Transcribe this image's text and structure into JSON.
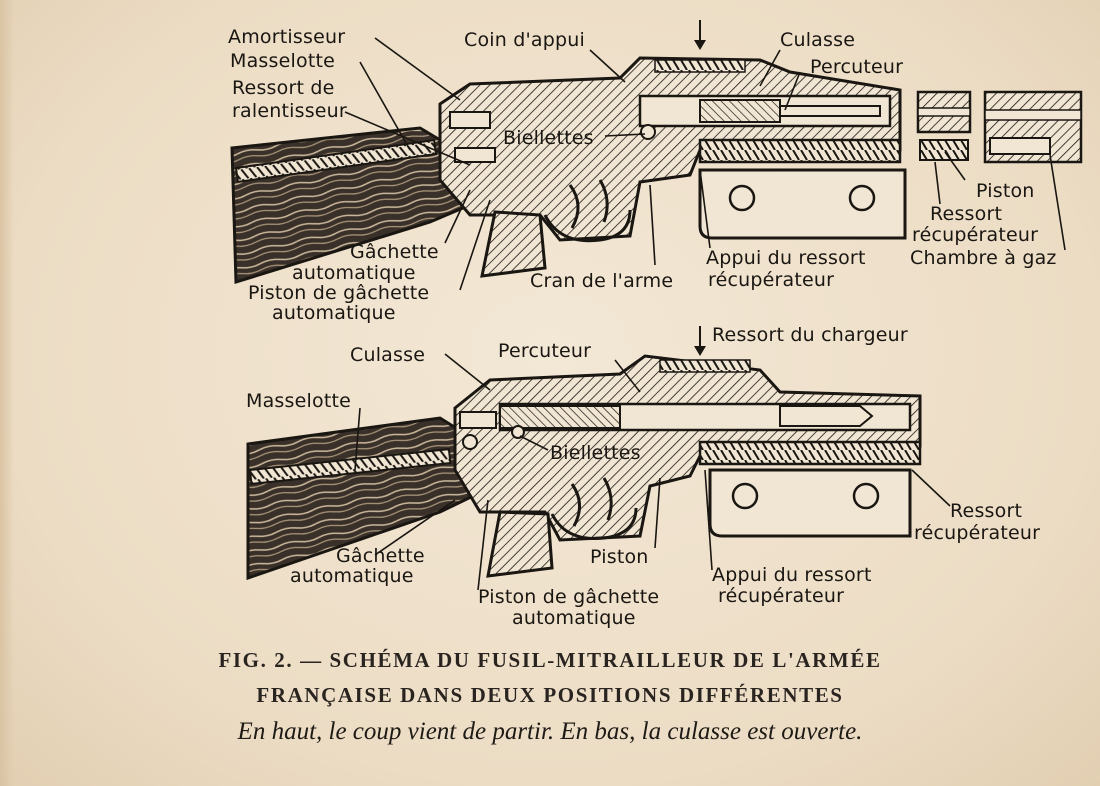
{
  "top_labels": {
    "amortisseur": "Amortisseur",
    "masselotte": "Masselotte",
    "ressort_de": "Ressort de",
    "ralentisseur": "ralentisseur",
    "coin_dappui": "Coin d'appui",
    "culasse": "Culasse",
    "percuteur": "Percuteur",
    "biellettes": "Biellettes",
    "gachette_1": "Gâchette",
    "gachette_2": "automatique",
    "piston_gachette_1": "Piston de gâchette",
    "piston_gachette_2": "automatique",
    "cran": "Cran de l'arme",
    "appui_1": "Appui du ressort",
    "appui_2": "récupérateur",
    "piston": "Piston",
    "ressort_1": "Ressort",
    "ressort_2": "récupérateur",
    "chambre": "Chambre à gaz"
  },
  "bottom_labels": {
    "culasse": "Culasse",
    "percuteur": "Percuteur",
    "ressort_chargeur": "Ressort du chargeur",
    "masselotte": "Masselotte",
    "biellettes": "Biellettes",
    "gachette_1": "Gâchette",
    "gachette_2": "automatique",
    "piston": "Piston",
    "piston_gachette_1": "Piston de gâchette",
    "piston_gachette_2": "automatique",
    "appui_1": "Appui du ressort",
    "appui_2": "récupérateur",
    "ressort_1": "Ressort",
    "ressort_2": "récupérateur"
  },
  "caption": {
    "line1": "FIG. 2. — SCHÉMA DU FUSIL-MITRAILLEUR DE L'ARMÉE",
    "line2": "FRANÇAISE DANS DEUX POSITIONS DIFFÉRENTES",
    "line3": "En haut, le coup vient de partir. En bas, la culasse est ouverte."
  },
  "colors": {
    "ink": "#1a1612",
    "paper": "#efe3cf",
    "wood": "#2b2420"
  }
}
